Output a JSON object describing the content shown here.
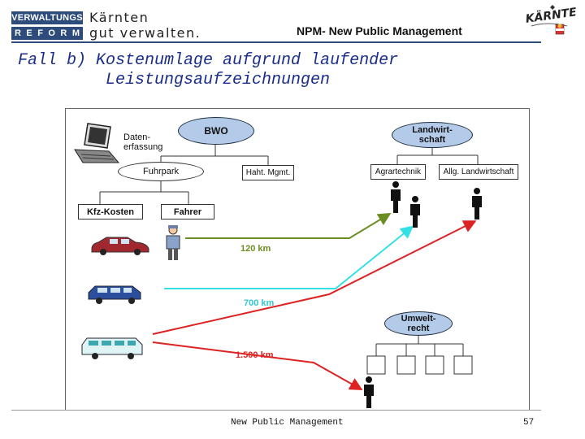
{
  "header": {
    "logo_line1": "VERWALTUNGS",
    "logo_line2": [
      "R",
      "E",
      "F",
      "O",
      "R",
      "M"
    ],
    "logo_text1": "Kärnten",
    "logo_text2": "gut verwalten.",
    "title": "NPM- New Public Management",
    "region_logo_text": "KÄRNTEN"
  },
  "slide": {
    "title_line1": "Fall b) Kostenumlage aufgrund laufender",
    "title_line2": "         Leistungsaufzeichnungen"
  },
  "diagram": {
    "datenerfassung": "Daten-\nerfassung",
    "bwo": "BWO",
    "fuhrpark": "Fuhrpark",
    "hausmgmt": "Haht. Mgmt.",
    "kfz_kosten": "Kfz-Kosten",
    "fahrer": "Fahrer",
    "landwirtschaft": "Landwirt-\nschaft",
    "agrartechnik": "Agrartechnik",
    "allg_landwirtschaft": "Allg. Landwirtschaft",
    "umweltrecht": "Umwelt-\nrecht",
    "km_120": "120 km",
    "km_700": "700 km",
    "km_1500": "1.500 km",
    "colors": {
      "green": "#6b8e23",
      "cyan": "#33e0e6",
      "red": "#dd2222",
      "node_blue": "#b3cbe9"
    }
  },
  "footer": {
    "center": "New Public Management",
    "page": "57"
  }
}
